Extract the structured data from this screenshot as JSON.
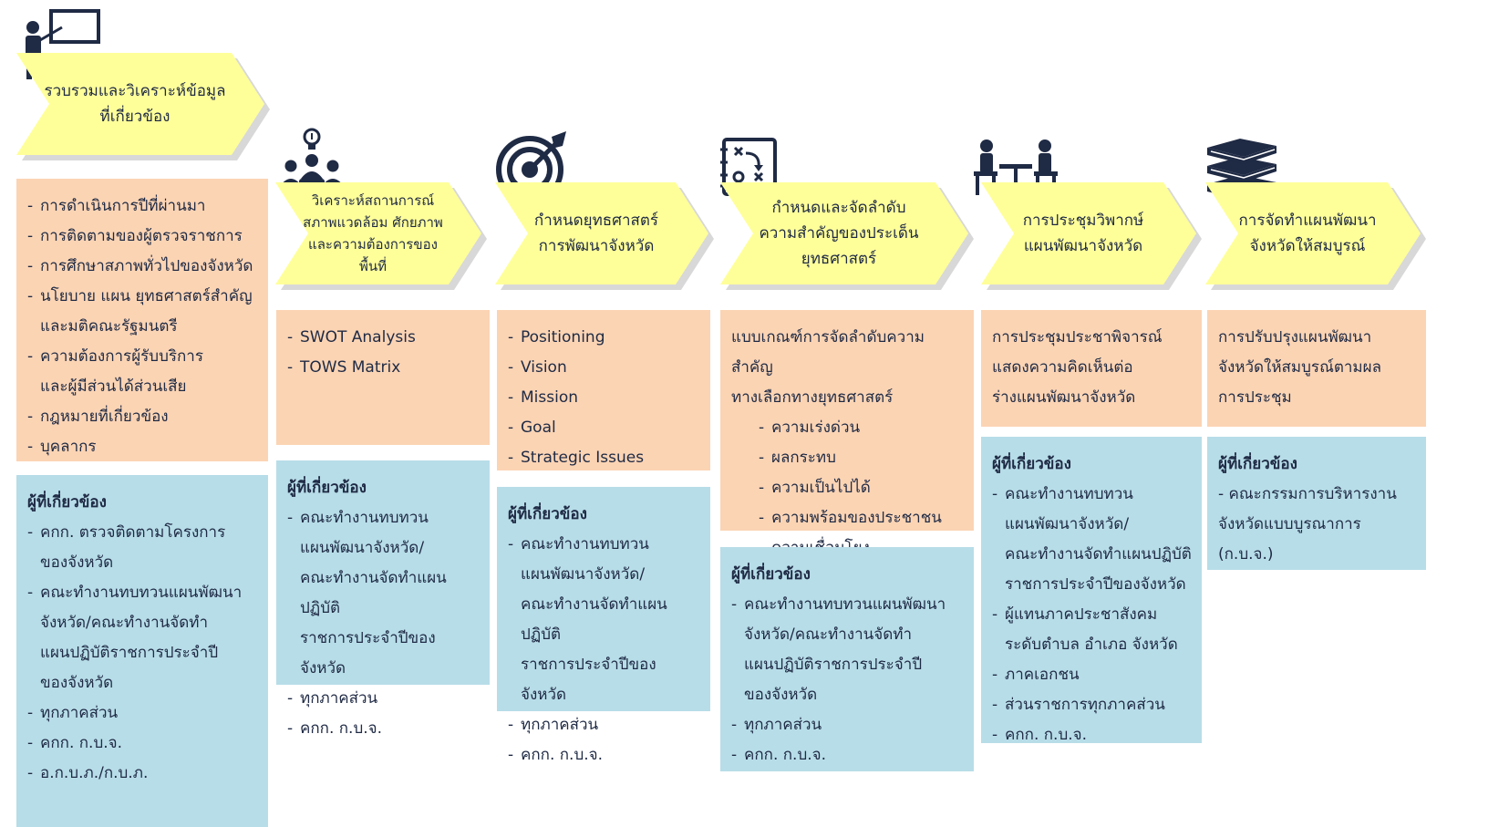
{
  "colors": {
    "arrow_fill": "#ffff9a",
    "arrow_shadow": "#d8d8d8",
    "info_box": "#fbd4b4",
    "stakeholder_box": "#b7dde8",
    "icon_navy": "#1f2a44"
  },
  "steps": [
    {
      "title": "รวบรวมและวิเคราะห์ข้อมูล\nที่เกี่ยวข้อง",
      "icon": "teacher-presentation-icon",
      "details": [
        "การดำเนินการปีที่ผ่านมา",
        "การติดตามของผู้ตรวจราชการ",
        "การศึกษาสภาพทั่วไปของจังหวัด",
        "นโยบาย แผน ยุทธศาสตร์สำคัญ\nและมติคณะรัฐมนตรี",
        "ความต้องการผู้รับบริการ\nและผู้มีส่วนได้ส่วนเสีย",
        "กฎหมายที่เกี่ยวข้อง",
        "บุคลากร"
      ],
      "stakeholders_title": "ผู้ที่เกี่ยวข้อง",
      "stakeholders": [
        "คกก. ตรวจติดตามโครงการ\nของจังหวัด",
        "คณะทำงานทบทวนแผนพัฒนา\nจังหวัด/คณะทำงานจัดทำ\nแผนปฏิบัติราชการประจำปี\nของจังหวัด",
        "ทุกภาคส่วน",
        "คกก. ก.บ.จ.",
        "อ.ก.บ.ภ./ก.บ.ภ."
      ]
    },
    {
      "title": "วิเคราะห์สถานการณ์\nสภาพแวดล้อม ศักยภาพ\nและความต้องการของพื้นที่",
      "icon": "team-idea-icon",
      "details": [
        "SWOT Analysis",
        "TOWS Matrix"
      ],
      "stakeholders_title": "ผู้ที่เกี่ยวข้อง",
      "stakeholders": [
        "คณะทำงานทบทวน\nแผนพัฒนาจังหวัด/\nคณะทำงานจัดทำแผนปฏิบัติ\nราชการประจำปีของจังหวัด",
        "ทุกภาคส่วน",
        "คกก. ก.บ.จ."
      ]
    },
    {
      "title": "กำหนดยุทธศาสตร์\nการพัฒนาจังหวัด",
      "icon": "target-icon",
      "details": [
        "Positioning",
        "Vision",
        "Mission",
        "Goal",
        "Strategic Issues"
      ],
      "stakeholders_title": "ผู้ที่เกี่ยวข้อง",
      "stakeholders": [
        "คณะทำงานทบทวน\nแผนพัฒนาจังหวัด/\nคณะทำงานจัดทำแผนปฏิบัติ\nราชการประจำปีของจังหวัด",
        "ทุกภาคส่วน",
        "คกก. ก.บ.จ."
      ]
    },
    {
      "title": "กำหนดและจัดลำดับ\nความสำคัญของประเด็น\nยุทธศาสตร์",
      "icon": "strategy-board-icon",
      "details_intro": "แบบเกณฑ์การจัดลำดับความสำคัญ\nทางเลือกทางยุทธศาสตร์",
      "details": [
        "ความเร่งด่วน",
        "ผลกระทบ",
        "ความเป็นไปได้",
        "ความพร้อมของประชาชน",
        "ความเชื่อมโยง"
      ],
      "stakeholders_title": "ผู้ที่เกี่ยวข้อง",
      "stakeholders": [
        "คณะทำงานทบทวนแผนพัฒนา\nจังหวัด/คณะทำงานจัดทำ\nแผนปฏิบัติราชการประจำปี\nของจังหวัด",
        "ทุกภาคส่วน",
        "คกก. ก.บ.จ."
      ]
    },
    {
      "title": "การประชุมวิพากษ์\nแผนพัฒนาจังหวัด",
      "icon": "meeting-icon",
      "details_text": "การประชุมประชาพิจารณ์\nแสดงความคิดเห็นต่อ\nร่างแผนพัฒนาจังหวัด",
      "stakeholders_title": "ผู้ที่เกี่ยวข้อง",
      "stakeholders": [
        "คณะทำงานทบทวน\nแผนพัฒนาจังหวัด/\nคณะทำงานจัดทำแผนปฏิบัติ\nราชการประจำปีของจังหวัด",
        "ผู้แทนภาคประชาสังคม\nระดับตำบล อำเภอ จังหวัด",
        "ภาคเอกชน",
        "ส่วนราชการทุกภาคส่วน",
        "คกก. ก.บ.จ."
      ]
    },
    {
      "title": "การจัดทำแผนพัฒนา\nจังหวัดให้สมบูรณ์",
      "icon": "books-icon",
      "details_text": "การปรับปรุงแผนพัฒนา\nจังหวัดให้สมบูรณ์ตามผล\nการประชุม",
      "stakeholders_title": "ผู้ที่เกี่ยวข้อง",
      "stakeholders_text": "- คณะกรรมการบริหารงาน\nจังหวัดแบบบูรณาการ\n(ก.บ.จ.)"
    }
  ]
}
